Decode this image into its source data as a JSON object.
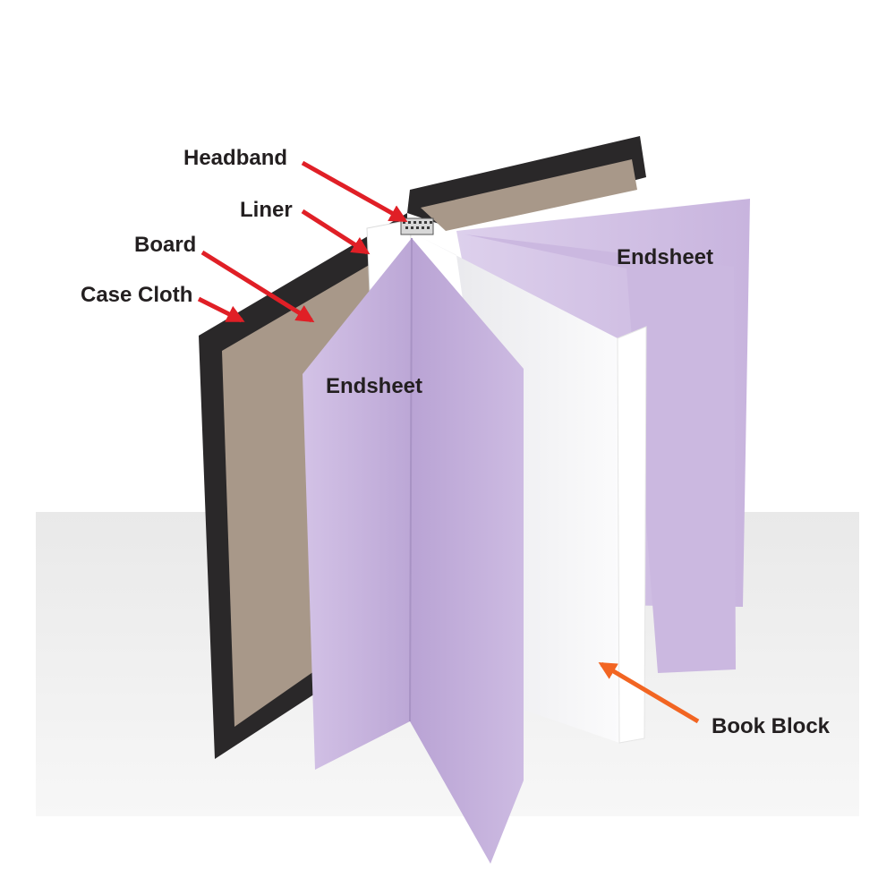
{
  "labels": {
    "headband": "Headband",
    "liner": "Liner",
    "board": "Board",
    "case_cloth": "Case Cloth",
    "endsheet_left": "Endsheet",
    "endsheet_right": "Endsheet",
    "book_block": "Book Block"
  },
  "colors": {
    "arrow_red": "#e01f26",
    "arrow_orange": "#f26522",
    "case_cloth": "#2a2829",
    "board": "#a89889",
    "endsheet": "#c9b6df",
    "book_block": "#f4f4f6",
    "tabletop": "#f2f2f2",
    "background": "#ffffff"
  }
}
